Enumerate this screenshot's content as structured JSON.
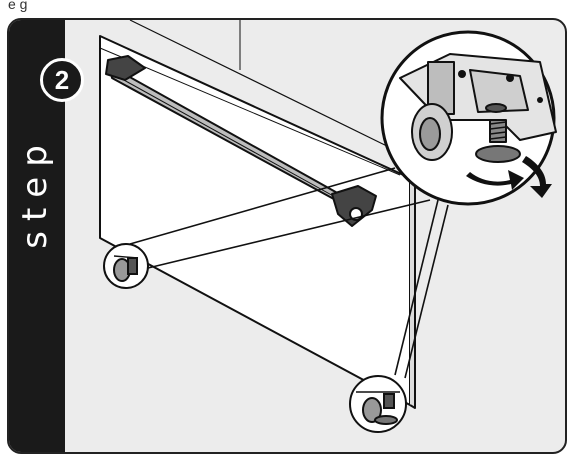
{
  "header": {
    "partial_text": "e g"
  },
  "step": {
    "word": "step",
    "number": "2"
  },
  "icons": [
    "adjust-left-arrow-icon",
    "adjust-right-arrow-icon"
  ],
  "colors": {
    "frame": "#222222",
    "panel_bg": "#ececec",
    "bar": "#1a1a1a",
    "line": "#111111"
  }
}
